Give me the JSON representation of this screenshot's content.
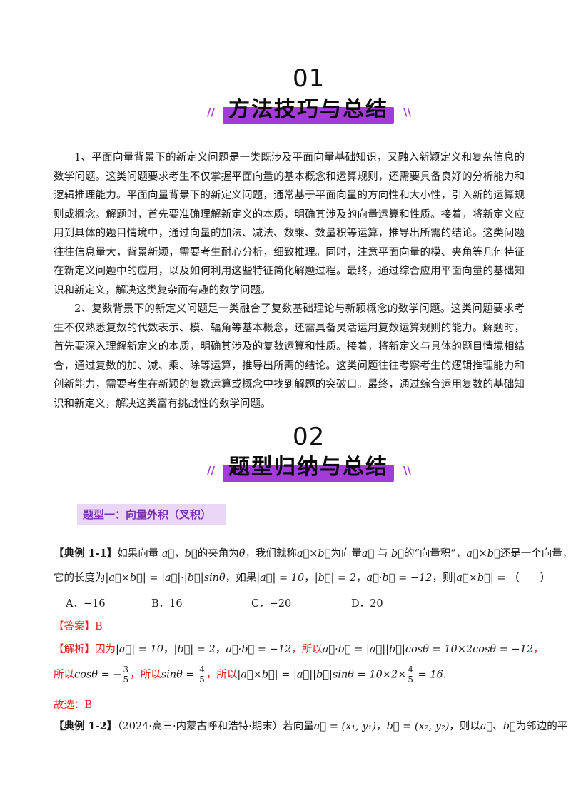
{
  "section1": {
    "num": "01",
    "title": "方法技巧与总结"
  },
  "section2": {
    "num": "02",
    "title": "题型归纳与总结"
  },
  "paragraphs": [
    "1、平面向量背景下的新定义问题是一类既涉及平面向量基础知识，又融入新颖定义和复杂信息的数学问题。这类问题要求考生不仅掌握平面向量的基本概念和运算规则，还需要具备良好的分析能力和逻辑推理能力。平面向量背景下的新定义问题，通常基于平面向量的方向性和大小性，引入新的运算规则或概念。解题时，首先要准确理解新定义的本质，明确其涉及的向量运算和性质。接着，将新定义应用到具体的题目情境中，通过向量的加法、减法、数乘、数量积等运算，推导出所需的结论。这类问题往往信息量大，背景新颖，需要考生耐心分析，细致推理。同时，注意平面向量的模、夹角等几何特征在新定义问题中的应用，以及如何利用这些特征简化解题过程。最终，通过综合应用平面向量的基础知识和新定义，解决这类复杂而有趣的数学问题。",
    "2、复数背景下的新定义问题是一类融合了复数基础理论与新颖概念的数学问题。这类问题要求考生不仅熟悉复数的代数表示、模、辐角等基本概念，还需具备灵活运用复数运算规则的能力。解题时，首先要深入理解新定义的本质，明确其涉及的复数运算和性质。接着，将新定义与具体的题目情境相结合，通过复数的加、减、乘、除等运算，推导出所需的结论。这类问题往往考察考生的逻辑推理能力和创新能力，需要考生在新颖的复数运算或概念中找到解题的突破口。最终，通过综合运用复数的基础知识和新定义，解决这类富有挑战性的数学问题。"
  ],
  "type_label": "题型一：向量外积（叉积）",
  "example1": {
    "tag": "【典例 1-1】",
    "text_a": "如果向量",
    "text_b": "的夹角为",
    "text_c": "，我们就称",
    "text_d": "为向量",
    "text_e": "的“向量积”，",
    "text_f": "还是一个向量，",
    "line2_a": "它的长度为",
    "line2_b": "，如果",
    "line2_c": "，则",
    "line2_d": "（　　）",
    "options": [
      "A．−16",
      "B．16",
      "C．−20",
      "D．20"
    ],
    "answer_label": "【答案】",
    "answer": "B",
    "analysis_label": "【解析】",
    "analysis_because": "因为",
    "analysis_so": "所以",
    "conclusion": "故选：B"
  },
  "example2": {
    "tag": "【典例 1-2】",
    "source": "（2024·高三·内蒙古呼和浩特·期末）若向量",
    "text_b": "，则以",
    "text_c": "为邻边的平"
  }
}
